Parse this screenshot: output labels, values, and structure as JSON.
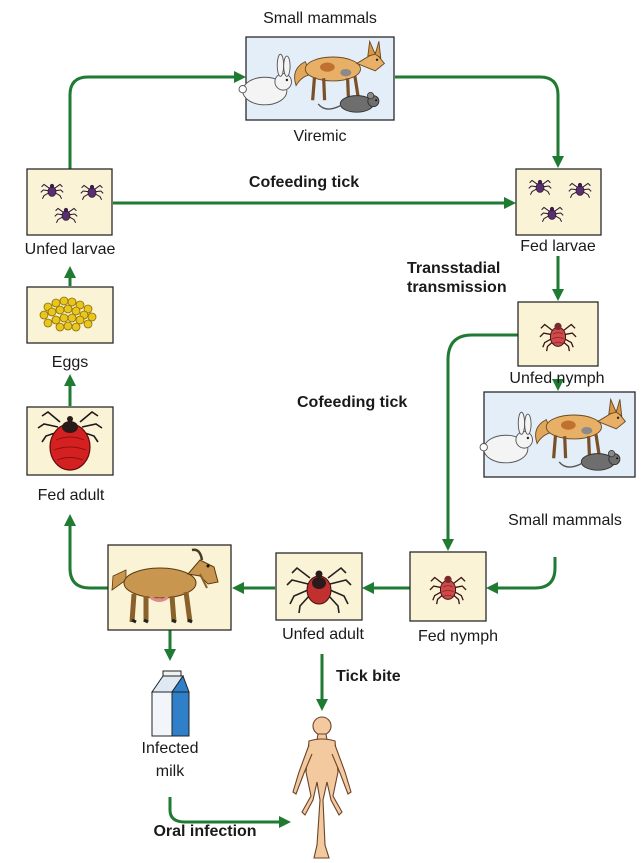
{
  "labels": {
    "small_mammals_top": "Small mammals",
    "viremic": "Viremic",
    "cofeeding_tick_top": "Cofeeding tick",
    "unfed_larvae": "Unfed larvae",
    "fed_larvae": "Fed larvae",
    "transstadial_line1": "Transstadial",
    "transstadial_line2": "transmission",
    "eggs": "Eggs",
    "unfed_nymph": "Unfed nymph",
    "cofeeding_tick_mid": "Cofeeding tick",
    "small_mammals_right": "Small mammals",
    "fed_adult": "Fed adult",
    "fed_nymph": "Fed nymph",
    "unfed_adult": "Unfed adult",
    "tick_bite": "Tick bite",
    "infected_line1": "Infected",
    "infected_line2": "milk",
    "oral_infection": "Oral infection"
  },
  "colors": {
    "arrow": "#1f7a32",
    "box_fill": "#fbf3d6",
    "mammal_box_fill": "#e3eef8",
    "tick_purple": "#5a2f6e",
    "tick_red": "#c0302e",
    "egg_yellow": "#e8c61e",
    "goat": "#c9964f",
    "human_skin": "#f3c9a0",
    "milk_carton": "#2f7fc9"
  },
  "icons": [
    "fox-icon",
    "rabbit-icon",
    "mouse-icon",
    "tick-icon",
    "egg-cluster-icon",
    "goat-icon",
    "milk-carton-icon",
    "human-figure-icon"
  ]
}
